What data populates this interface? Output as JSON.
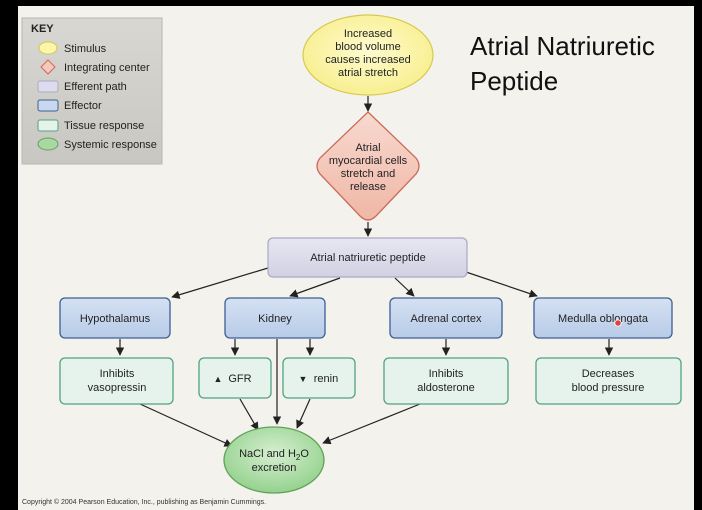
{
  "title_line1": "Atrial Natriuretic",
  "title_line2": "Peptide",
  "key": {
    "heading": "KEY",
    "items": [
      {
        "label": "Stimulus",
        "shape": "oval",
        "fill": "#fbf6a8",
        "stroke": "#d6c94e"
      },
      {
        "label": "Integrating center",
        "shape": "diamond",
        "fill": "#f5c9bb",
        "stroke": "#cc6a5a"
      },
      {
        "label": "Efferent path",
        "shape": "rect",
        "fill": "#dcdcec",
        "stroke": "#a9a9c4"
      },
      {
        "label": "Effector",
        "shape": "rect",
        "fill": "#c8d8ee",
        "stroke": "#3d5f95"
      },
      {
        "label": "Tissue response",
        "shape": "rect",
        "fill": "#e6f3ec",
        "stroke": "#4fa383"
      },
      {
        "label": "Systemic response",
        "shape": "oval",
        "fill": "#a9d8a2",
        "stroke": "#5ea35a"
      }
    ]
  },
  "stimulus": [
    "Increased",
    "blood volume",
    "causes increased",
    "atrial stretch"
  ],
  "integrating": [
    "Atrial",
    "myocardial cells",
    "stretch and",
    "release"
  ],
  "efferent": "Atrial natriuretic peptide",
  "effectors": [
    "Hypothalamus",
    "Kidney",
    "Adrenal cortex",
    "Medulla oblongata"
  ],
  "responses": {
    "hypothalamus": [
      "Inhibits",
      "vasopressin"
    ],
    "gfr": "GFR",
    "gfr_arrow": "▲",
    "renin": "renin",
    "renin_arrow": "▼",
    "adrenal": [
      "Inhibits",
      "aldosterone"
    ],
    "medulla": [
      "Decreases",
      "blood pressure"
    ]
  },
  "systemic": {
    "line1": "NaCl and H",
    "sub": "2",
    "tail": "O",
    "line2": "excretion"
  },
  "copyright": "Copyright © 2004 Pearson Education, Inc., publishing as Benjamin Cummings.",
  "colors": {
    "slide_bg": "#f4f2ec",
    "arrow": "#222222",
    "pointer": "#e04040"
  }
}
